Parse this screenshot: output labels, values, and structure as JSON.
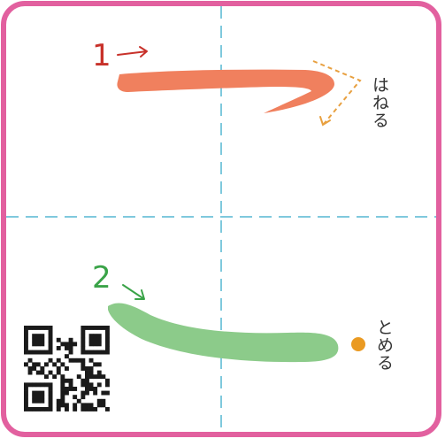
{
  "strokes": [
    {
      "number": "1",
      "label": "はねる",
      "color": "#f0805e",
      "number_color": "#c8312a",
      "guide_color": "#e8a040"
    },
    {
      "number": "2",
      "label": "とめる",
      "color": "#8ccb8a",
      "number_color": "#3aa348",
      "dot_color": "#ea9a22"
    }
  ],
  "colors": {
    "frame": "#e2609f",
    "guide": "#7fc9dd",
    "qr": "#1a1a1a"
  },
  "icons": {
    "qr": "qr-code-icon"
  }
}
